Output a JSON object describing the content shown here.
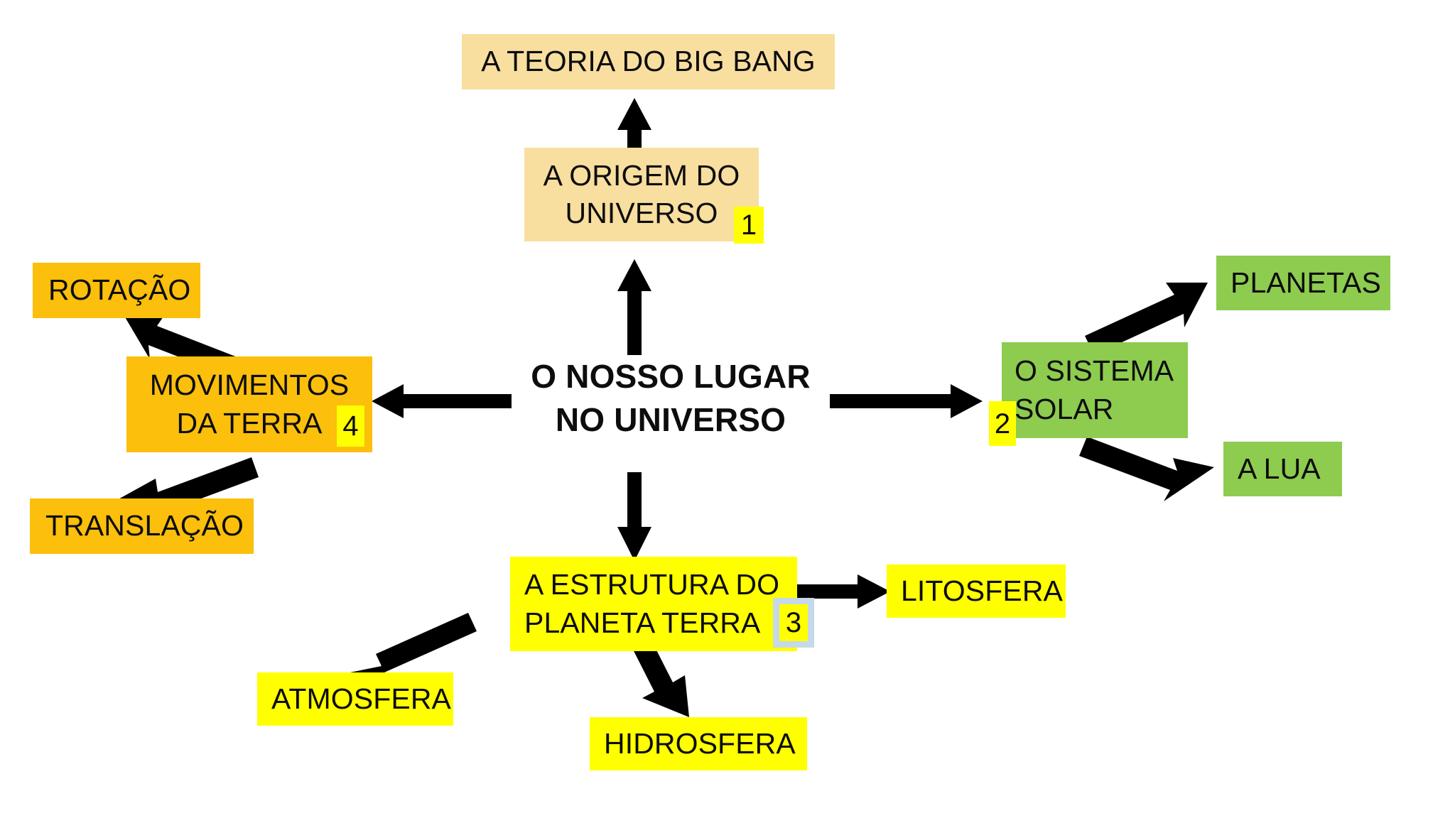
{
  "diagram": {
    "title": "O NOSSO LUGAR NO UNIVERSO",
    "background_color": "#ffffff",
    "palette": {
      "cream": "#f8dfa0",
      "orange": "#fbbf0c",
      "green": "#8dcc4f",
      "yellow": "#ffff00",
      "badge_yellow": "#ffff00",
      "badge_frame_blue": "#c5d9e8",
      "text": "#0d0d0d",
      "arrow": "#000000"
    }
  },
  "hub": {
    "line1": "O NOSSO LUGAR",
    "line2": "NO UNIVERSO"
  },
  "nodes": {
    "big_bang": {
      "label": "A TEORIA DO BIG BANG",
      "color": "cream"
    },
    "origem_universo": {
      "line1": "A ORIGEM DO",
      "line2": "UNIVERSO",
      "color": "cream",
      "badge": "1"
    },
    "rotacao": {
      "label": "ROTAÇÃO",
      "color": "orange"
    },
    "movimentos_terra": {
      "line1": "MOVIMENTOS",
      "line2": "DA TERRA",
      "color": "orange",
      "badge": "4"
    },
    "translacao": {
      "label": "TRANSLAÇÃO",
      "color": "orange"
    },
    "sistema_solar": {
      "line1": "O SISTEMA",
      "line2": "SOLAR",
      "color": "green",
      "badge": "2"
    },
    "planetas": {
      "label": "PLANETAS",
      "color": "green"
    },
    "a_lua": {
      "label": "A LUA",
      "color": "green"
    },
    "estrutura_terra": {
      "line1": "A ESTRUTURA DO",
      "line2": "PLANETA TERRA",
      "color": "yellow",
      "badge": "3"
    },
    "litosfera": {
      "label": "LITOSFERA",
      "color": "yellow"
    },
    "atmosfera": {
      "label": "ATMOSFERA",
      "color": "yellow"
    },
    "hidrosfera": {
      "label": "HIDROSFERA",
      "color": "yellow"
    }
  },
  "connections": [
    {
      "from": "hub",
      "to": "origem_universo",
      "direction": "up"
    },
    {
      "from": "origem_universo",
      "to": "big_bang",
      "direction": "up"
    },
    {
      "from": "hub",
      "to": "movimentos_terra",
      "direction": "left"
    },
    {
      "from": "movimentos_terra",
      "to": "rotacao",
      "direction": "up-left"
    },
    {
      "from": "movimentos_terra",
      "to": "translacao",
      "direction": "down-left"
    },
    {
      "from": "hub",
      "to": "sistema_solar",
      "direction": "right"
    },
    {
      "from": "sistema_solar",
      "to": "planetas",
      "direction": "up-right"
    },
    {
      "from": "sistema_solar",
      "to": "a_lua",
      "direction": "down-right"
    },
    {
      "from": "hub",
      "to": "estrutura_terra",
      "direction": "down"
    },
    {
      "from": "estrutura_terra",
      "to": "litosfera",
      "direction": "right"
    },
    {
      "from": "estrutura_terra",
      "to": "atmosfera",
      "direction": "down-left"
    },
    {
      "from": "estrutura_terra",
      "to": "hidrosfera",
      "direction": "down"
    }
  ]
}
